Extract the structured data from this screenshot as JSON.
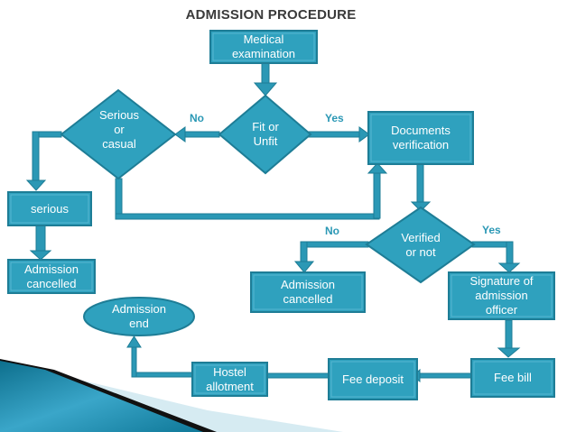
{
  "title": "ADMISSION PROCEDURE",
  "colors": {
    "node_fill": "#2fa1be",
    "node_stroke": "#1e7d96",
    "branch_label": "#2b98b5",
    "title": "#3a3a3a"
  },
  "nodes": {
    "medical": "Medical\nexamination",
    "fit": "Fit or\nUnfit",
    "serious_casual": "Serious\nor\ncasual",
    "documents": "Documents\nverification",
    "serious": "serious",
    "cancelled_left": "Admission\ncancelled",
    "verified": "Verified\nor not",
    "cancelled_mid": "Admission\ncancelled",
    "signature": "Signature of\nadmission\nofficer",
    "admission_end": "Admission\nend",
    "hostel": "Hostel\nallotment",
    "fee_deposit": "Fee deposit",
    "fee_bill": "Fee bill"
  },
  "branches": {
    "fit_no": "No",
    "fit_yes": "Yes",
    "verified_no": "No",
    "verified_yes": "Yes"
  }
}
